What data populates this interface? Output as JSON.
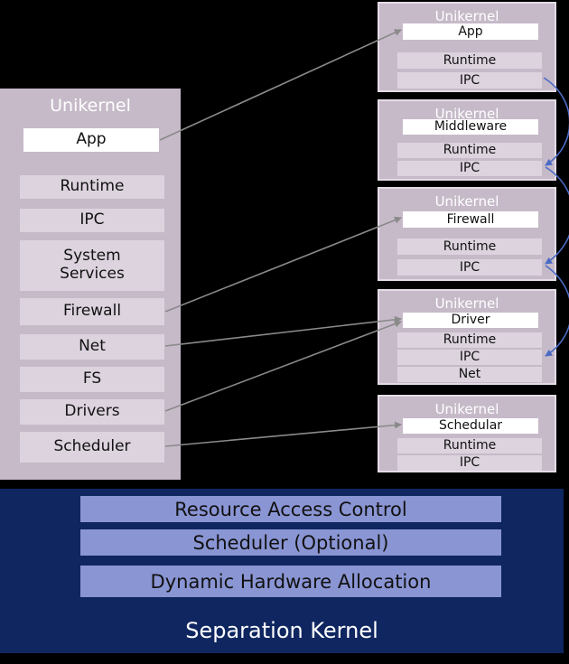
{
  "left_unikernel": {
    "title": "Unikernel",
    "app": "App",
    "runtime": "Runtime",
    "ipc": "IPC",
    "system_services": "System\nServices",
    "firewall": "Firewall",
    "net": "Net",
    "fs": "FS",
    "drivers": "Drivers",
    "scheduler": "Scheduler"
  },
  "unikernels": [
    {
      "title": "Unikernel",
      "head": "App",
      "runtime": "Runtime",
      "ipc": "IPC"
    },
    {
      "title": "Unikernel",
      "head": "Middleware",
      "runtime": "Runtime",
      "ipc": "IPC"
    },
    {
      "title": "Unikernel",
      "head": "Firewall",
      "runtime": "Runtime",
      "ipc": "IPC"
    },
    {
      "title": "Unikernel",
      "head": "Driver",
      "runtime": "Runtime",
      "ipc": "IPC",
      "net": "Net"
    },
    {
      "title": "Unikernel",
      "head": "Schedular",
      "runtime": "Runtime",
      "ipc": "IPC"
    }
  ],
  "separation_kernel": {
    "resource_access_control": "Resource Access Control",
    "scheduler_optional": "Scheduler (Optional)",
    "dynamic_hardware_allocation": "Dynamic Hardware Allocation",
    "label": "Separation Kernel"
  },
  "colors": {
    "unikernel_fill": "#c6bac9",
    "row_fill": "#dcd3de",
    "separation_kernel_fill": "#0f2660",
    "bar_fill": "#8a95d4",
    "arrow_gray": "#8a8a8a",
    "ipc_arrow_blue": "#4a6bc4"
  }
}
